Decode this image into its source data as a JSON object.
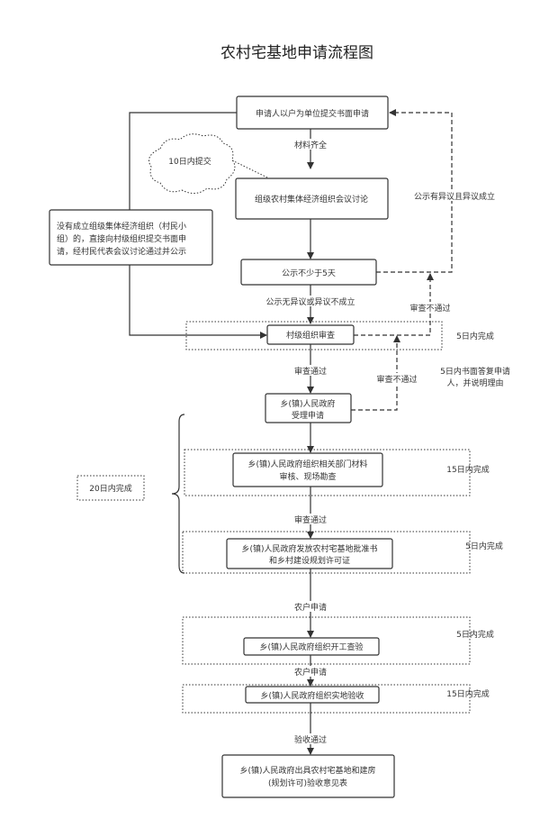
{
  "title": "农村宅基地申请流程图",
  "nodes": {
    "apply": "申请人以户为单位提交书面申请",
    "group_meeting": "组级农村集体经济组织会议讨论",
    "publicize": "公示不少于5天",
    "village_review": "村级组织审查",
    "township_accept": [
      "乡(镇)人民政府",
      "受理申请"
    ],
    "township_audit": [
      "乡(镇)人民政府组织相关部门材料",
      "审核、现场勘查"
    ],
    "township_issue": [
      "乡(镇)人民政府发放农村宅基地批准书",
      "和乡村建设规划许可证"
    ],
    "start_check": "乡(镇)人民政府组织开工查验",
    "site_acceptance": "乡(镇)人民政府组织实地验收",
    "final": [
      "乡(镇)人民政府出具农村宅基地和建房",
      "(规划许可)验收意见表"
    ],
    "no_group": [
      "没有成立组级集体经济组织（村民小",
      "组）的，直接向村级组织提交书面申",
      "请，经村民代表会议讨论通过并公示"
    ]
  },
  "cloud_note": "10日内提交",
  "edges": {
    "materials_complete": "材料齐全",
    "no_objection": "公示无异议或异议不成立",
    "objection_upheld": "公示有异议且异议成立",
    "review_failed_1": "审查不通过",
    "review_failed_2": "审查不通过",
    "review_passed_1": "审查通过",
    "review_passed_2": "审查通过",
    "farmer_apply_1": "农户申请",
    "farmer_apply_2": "农户申请",
    "acceptance_passed": "验收通过"
  },
  "deadlines": {
    "village": "5日内完成",
    "reply": [
      "5日内书面答复申请",
      "人，并说明理由"
    ],
    "audit": "15日内完成",
    "issue": "5日内完成",
    "start": "5日内完成",
    "site": "15日内完成",
    "total": "20日内完成"
  }
}
